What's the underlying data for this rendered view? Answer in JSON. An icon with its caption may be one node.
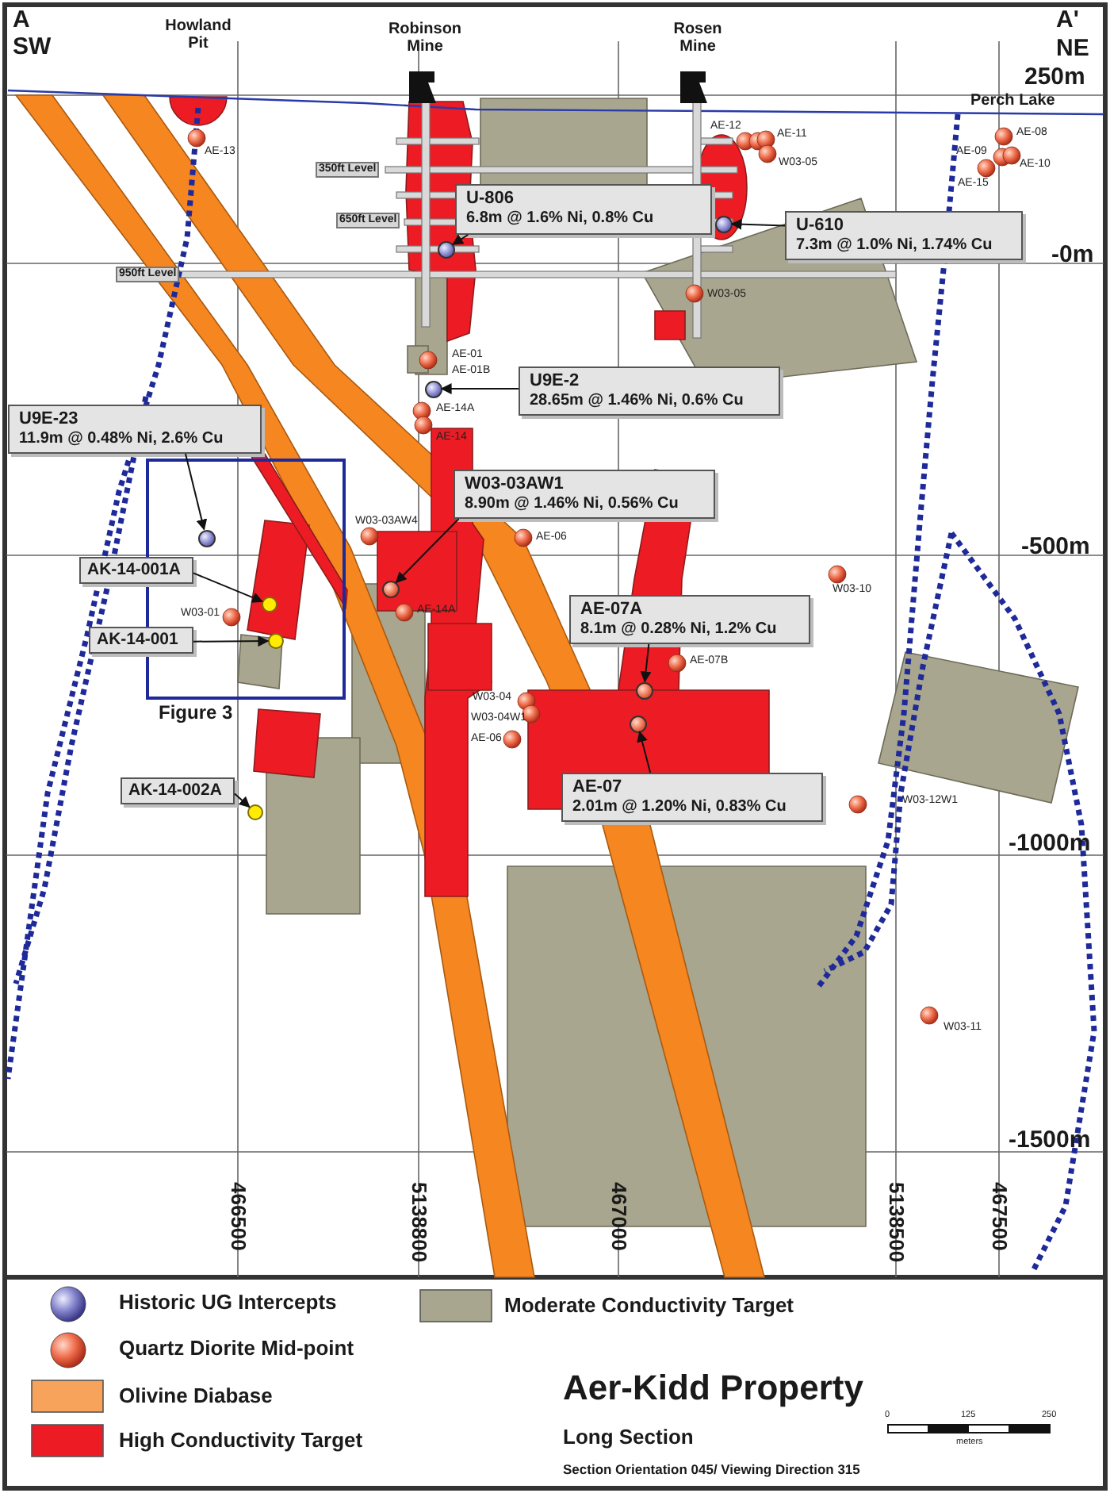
{
  "diagram": {
    "title": "Aer-Kidd Property",
    "nodes": [
      {
        "text": [
          "U-806",
          "6.8m @ 1.6% Ni, 0.8% Cu"
        ]
      },
      {
        "text": [
          "U-610",
          "7.3m @ 1.0% Ni, 1.74% Cu"
        ]
      },
      {
        "text": [
          "U9E-2",
          "28.65m @ 1.46% Ni, 0.6% Cu"
        ]
      },
      {
        "text": [
          "U9E-23",
          "11.9m @ 0.48% Ni, 2.6% Cu"
        ]
      },
      {
        "text": [
          "W03-03AW1",
          "8.90m @ 1.46% Ni, 0.56% Cu"
        ]
      },
      {
        "text": [
          "AK-14-001A"
        ]
      },
      {
        "text": [
          "AK-14-001"
        ]
      },
      {
        "text": [
          "AE-07A",
          "8.1m @ 0.28% Ni, 1.2% Cu"
        ]
      },
      {
        "text": [
          "AE-07",
          "2.01m @ 1.20% Ni, 0.83% Cu"
        ]
      },
      {
        "text": [
          "AK-14-002A"
        ]
      },
      {
        "text": [
          "Figure 3"
        ]
      },
      {
        "text": [],
        "shape": "circle"
      },
      {
        "text": [],
        "shape": "circle"
      },
      {
        "text": [],
        "shape": "circle"
      },
      {
        "text": [],
        "shape": "circle",
        "in": 10
      },
      {
        "text": [],
        "shape": "circle"
      },
      {
        "text": [],
        "shape": "circle",
        "in": 10
      },
      {
        "text": [],
        "shape": "circle",
        "in": 10
      },
      {
        "text": [],
        "shape": "circle"
      },
      {
        "text": [],
        "shape": "circle"
      },
      {
        "text": [],
        "shape": "circle"
      }
    ],
    "edges": [
      {
        "from": 0,
        "to": 11,
        "arrow": "to"
      },
      {
        "from": 1,
        "to": 12,
        "arrow": "to"
      },
      {
        "from": 2,
        "to": 13,
        "arrow": "to"
      },
      {
        "from": 3,
        "to": 14,
        "arrow": "to"
      },
      {
        "from": 4,
        "to": 15,
        "arrow": "to"
      },
      {
        "from": 5,
        "to": 16,
        "arrow": "to"
      },
      {
        "from": 6,
        "to": 17,
        "arrow": "to"
      },
      {
        "from": 7,
        "to": 18,
        "arrow": "to"
      },
      {
        "from": 8,
        "to": 19,
        "arrow": "to"
      },
      {
        "from": 9,
        "to": 20,
        "arrow": "to"
      }
    ],
    "labels": [
      "A",
      "SW",
      "Howland Pit",
      "Robinson Mine",
      "Rosen Mine",
      "A'",
      "NE",
      "250m",
      "Perch Lake",
      "AE-13",
      "AE-12",
      "AE-11",
      "W03-05",
      "AE-08",
      "AE-09",
      "AE-10",
      "AE-15",
      "350ft Level",
      "650ft Level",
      "-0m",
      "950ft Level",
      "W03-05",
      "AE-01",
      "AE-01B",
      "AE-14A",
      "AE-14",
      "W03-03AW4",
      "AE-06",
      "-500m",
      "W03-10",
      "W03-01",
      "AE-14A",
      "AE-07B",
      "W03-04",
      "W03-04W1",
      "AE-06",
      "W03-12W1",
      "-1000m",
      "W03-11",
      "-1500m",
      "466500",
      "5138800",
      "467000",
      "5138500",
      "467500",
      "Long Section",
      "0",
      "125",
      "250",
      "meters",
      "Section Orientation 045/ Viewing Direction 315"
    ],
    "legend": [
      {
        "text": "Historic UG Intercepts"
      },
      {
        "text": "Quartz Diorite Mid-point"
      },
      {
        "text": "Olivine Diabase",
        "color": "#f7a35c"
      },
      {
        "text": "High Conductivity Target",
        "color": "#ed1c24"
      },
      {
        "text": "Moderate Conductivity Target",
        "color": "#a8a68e"
      }
    ]
  }
}
